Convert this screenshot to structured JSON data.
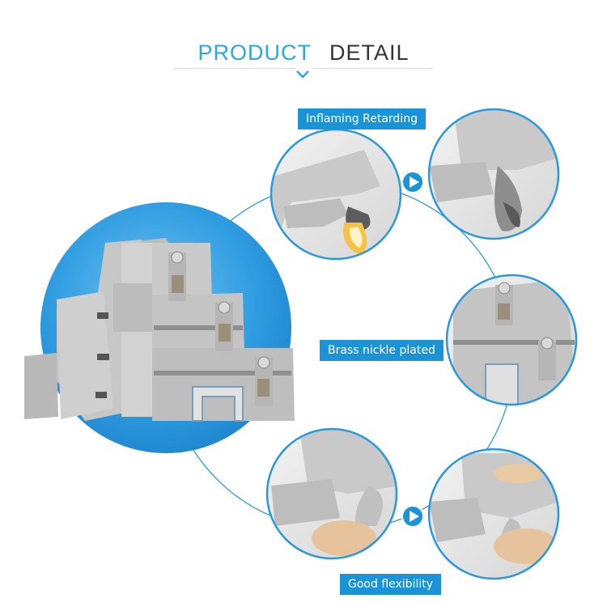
{
  "header": {
    "title_part1": "PRODUCT",
    "title_part2": "DETAIL"
  },
  "labels": {
    "flame": "Inflaming Retarding",
    "brass": "Brass nickle plated",
    "flex": "Good flexibility"
  },
  "colors": {
    "accent": "#2aa7df",
    "badge": "#1a94d6",
    "product_gray": "#c9c9c9"
  },
  "icons": {
    "arrow_top": "play-right-icon",
    "arrow_bottom": "play-right-icon"
  }
}
